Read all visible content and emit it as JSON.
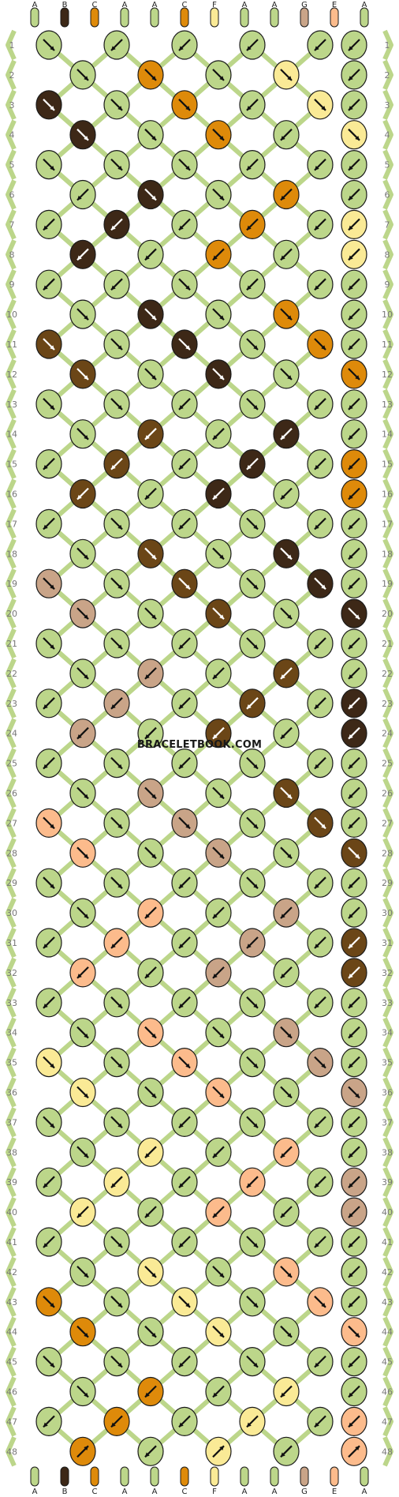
{
  "site": "BRACELETBOOK.COM",
  "colors": {
    "A": "#bcd68a",
    "B": "#3d2817",
    "C": "#de8a0a",
    "D": "#6b4617",
    "E": "#fcbb8c",
    "F": "#faea96",
    "G": "#c9a488"
  },
  "strings": [
    "A",
    "B",
    "C",
    "A",
    "A",
    "C",
    "F",
    "A",
    "A",
    "G",
    "E",
    "A"
  ],
  "rows": [
    "1",
    "2",
    "3",
    "4",
    "5",
    "6",
    "7",
    "8",
    "9",
    "10",
    "11",
    "12",
    "13",
    "14",
    "15",
    "16",
    "17",
    "18",
    "19",
    "20",
    "21",
    "22",
    "23",
    "24",
    "25",
    "26",
    "27",
    "28",
    "29",
    "30",
    "31",
    "32",
    "33",
    "34",
    "35",
    "36",
    "37",
    "38",
    "39",
    "40",
    "41",
    "42",
    "43",
    "44",
    "45",
    "46",
    "47",
    "48"
  ],
  "pattern_rows": [
    [
      "A:se",
      "A:sw",
      "A:sw",
      "A:sw",
      "A:sw",
      "A:sw"
    ],
    [
      "A:se",
      "C:se",
      "A:se",
      "F:se",
      "A:sw"
    ],
    [
      "B:se",
      "A:se",
      "C:se",
      "A:sw",
      "F:se",
      "A:sw"
    ],
    [
      "B:se",
      "A:se",
      "C:se",
      "A:sw",
      "F:se"
    ],
    [
      "A:se",
      "A:se",
      "A:se",
      "A:sw",
      "A:sw",
      "A:sw"
    ],
    [
      "A:sw",
      "B:se",
      "A:se",
      "C:sw",
      "A:sw"
    ],
    [
      "A:sw",
      "B:sw",
      "A:sw",
      "C:sw",
      "A:sw",
      "F:sw"
    ],
    [
      "B:sw",
      "A:sw",
      "C:sw",
      "A:sw",
      "F:sw"
    ],
    [
      "A:sw",
      "A:sw",
      "A:se",
      "A:sw",
      "A:sw",
      "A:sw"
    ],
    [
      "A:se",
      "B:se",
      "A:se",
      "C:se",
      "A:sw"
    ],
    [
      "D:se",
      "A:se",
      "B:se",
      "A:se",
      "C:se",
      "A:sw"
    ],
    [
      "D:se",
      "A:se",
      "B:se",
      "A:se",
      "C:se"
    ],
    [
      "A:se",
      "A:se",
      "A:sw",
      "A:se",
      "A:sw",
      "A:sw"
    ],
    [
      "A:se",
      "D:sw",
      "A:sw",
      "B:sw",
      "A:sw"
    ],
    [
      "A:sw",
      "D:sw",
      "A:sw",
      "B:sw",
      "A:sw",
      "C:sw"
    ],
    [
      "D:sw",
      "A:sw",
      "B:sw",
      "A:sw",
      "C:sw"
    ],
    [
      "A:sw",
      "A:se",
      "A:sw",
      "A:se",
      "A:sw",
      "A:sw"
    ],
    [
      "A:se",
      "D:se",
      "A:se",
      "B:se",
      "A:sw"
    ],
    [
      "G:se",
      "A:se",
      "D:se",
      "A:se",
      "B:se",
      "A:sw"
    ],
    [
      "G:se",
      "A:se",
      "D:se",
      "A:se",
      "B:se"
    ],
    [
      "A:se",
      "A:se",
      "A:sw",
      "A:se",
      "A:sw",
      "A:sw"
    ],
    [
      "A:se",
      "G:sw",
      "A:sw",
      "D:sw",
      "A:sw"
    ],
    [
      "A:sw",
      "G:sw",
      "A:sw",
      "D:sw",
      "A:sw",
      "B:sw"
    ],
    [
      "G:sw",
      "A:sw",
      "D:sw",
      "A:sw",
      "B:sw"
    ],
    [
      "A:sw",
      "A:se",
      "A:sw",
      "A:se",
      "A:sw",
      "A:sw"
    ],
    [
      "A:se",
      "G:se",
      "A:se",
      "D:se",
      "A:sw"
    ],
    [
      "E:se",
      "A:se",
      "G:se",
      "A:se",
      "D:se",
      "A:sw"
    ],
    [
      "E:se",
      "A:se",
      "G:se",
      "A:se",
      "D:se"
    ],
    [
      "A:se",
      "A:se",
      "A:sw",
      "A:se",
      "A:sw",
      "A:sw"
    ],
    [
      "A:se",
      "E:sw",
      "A:sw",
      "G:sw",
      "A:sw"
    ],
    [
      "A:sw",
      "E:sw",
      "A:sw",
      "G:sw",
      "A:sw",
      "D:sw"
    ],
    [
      "E:sw",
      "A:sw",
      "G:sw",
      "A:sw",
      "D:sw"
    ],
    [
      "A:sw",
      "A:se",
      "A:sw",
      "A:se",
      "A:sw",
      "A:sw"
    ],
    [
      "A:se",
      "E:se",
      "A:se",
      "G:se",
      "A:sw"
    ],
    [
      "F:se",
      "A:se",
      "E:se",
      "A:se",
      "G:se",
      "A:sw"
    ],
    [
      "F:se",
      "A:se",
      "E:se",
      "A:se",
      "G:se"
    ],
    [
      "A:se",
      "A:se",
      "A:sw",
      "A:se",
      "A:sw",
      "A:sw"
    ],
    [
      "A:se",
      "F:sw",
      "A:sw",
      "E:sw",
      "A:sw"
    ],
    [
      "A:sw",
      "F:sw",
      "A:sw",
      "E:sw",
      "A:sw",
      "G:sw"
    ],
    [
      "F:sw",
      "A:sw",
      "E:sw",
      "A:sw",
      "G:sw"
    ],
    [
      "A:sw",
      "A:se",
      "A:sw",
      "A:se",
      "A:sw",
      "A:sw"
    ],
    [
      "A:se",
      "F:se",
      "A:se",
      "E:se",
      "A:sw"
    ],
    [
      "C:se",
      "A:se",
      "F:se",
      "A:se",
      "E:se",
      "A:sw"
    ],
    [
      "C:se",
      "A:se",
      "F:se",
      "A:se",
      "E:se"
    ],
    [
      "A:se",
      "A:se",
      "A:sw",
      "A:se",
      "A:sw",
      "A:sw"
    ],
    [
      "A:se",
      "C:sw",
      "A:sw",
      "F:sw",
      "A:sw"
    ],
    [
      "A:sw",
      "C:sw",
      "A:sw",
      "F:sw",
      "A:sw",
      "E:sw"
    ],
    [
      "C:rev",
      "A:sw",
      "F:rev",
      "A:sw",
      "E:rev"
    ]
  ],
  "bottom_strings": [
    "A",
    "B",
    "C",
    "A",
    "A",
    "C",
    "F",
    "A",
    "A",
    "G",
    "E",
    "A"
  ]
}
